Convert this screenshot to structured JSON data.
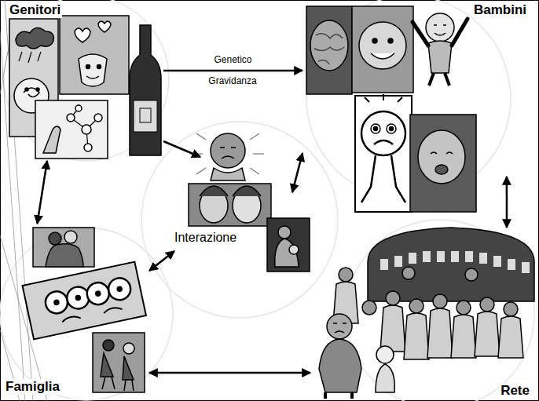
{
  "diagram": {
    "nodes": [
      {
        "text": [
          "Genitori"
        ]
      },
      {
        "text": [
          "Bambini"
        ]
      },
      {
        "text": [
          "Interazione"
        ]
      },
      {
        "text": [
          "Famiglia"
        ]
      },
      {
        "text": [
          "Rete"
        ]
      }
    ],
    "edges": [
      {
        "from": 0,
        "to": 1,
        "arrow": "to",
        "label": "Genetico"
      },
      {
        "from": 0,
        "to": 2,
        "arrow": "to"
      },
      {
        "from": 0,
        "to": 3,
        "arrow": "both"
      },
      {
        "from": 2,
        "to": 1,
        "arrow": "both"
      },
      {
        "from": 2,
        "to": 3,
        "arrow": "both"
      },
      {
        "from": 1,
        "to": 4,
        "arrow": "both"
      },
      {
        "from": 3,
        "to": 4,
        "arrow": "both"
      }
    ],
    "labels": [
      "Gravidanza"
    ]
  }
}
